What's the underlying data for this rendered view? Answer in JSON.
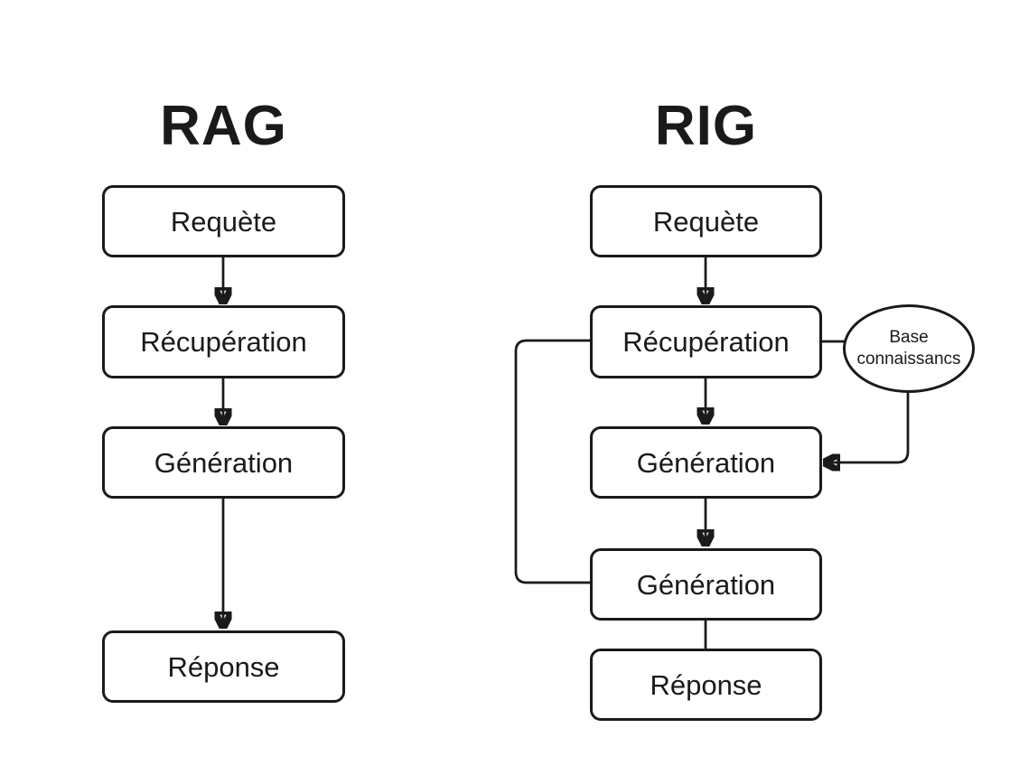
{
  "rag": {
    "title": "RAG",
    "nodes": [
      {
        "label": "Requète"
      },
      {
        "label": "Récupération"
      },
      {
        "label": "Génération"
      },
      {
        "label": "Réponse"
      }
    ]
  },
  "rig": {
    "title": "RIG",
    "nodes": [
      {
        "label": "Requète"
      },
      {
        "label": "Récupération"
      },
      {
        "label": "Génération"
      },
      {
        "label": "Génération"
      },
      {
        "label": "Réponse"
      }
    ],
    "knowledge_base": {
      "line1": "Base",
      "line2": "connaissancs"
    }
  },
  "colors": {
    "ink": "#1a1a1a",
    "background": "#ffffff"
  }
}
